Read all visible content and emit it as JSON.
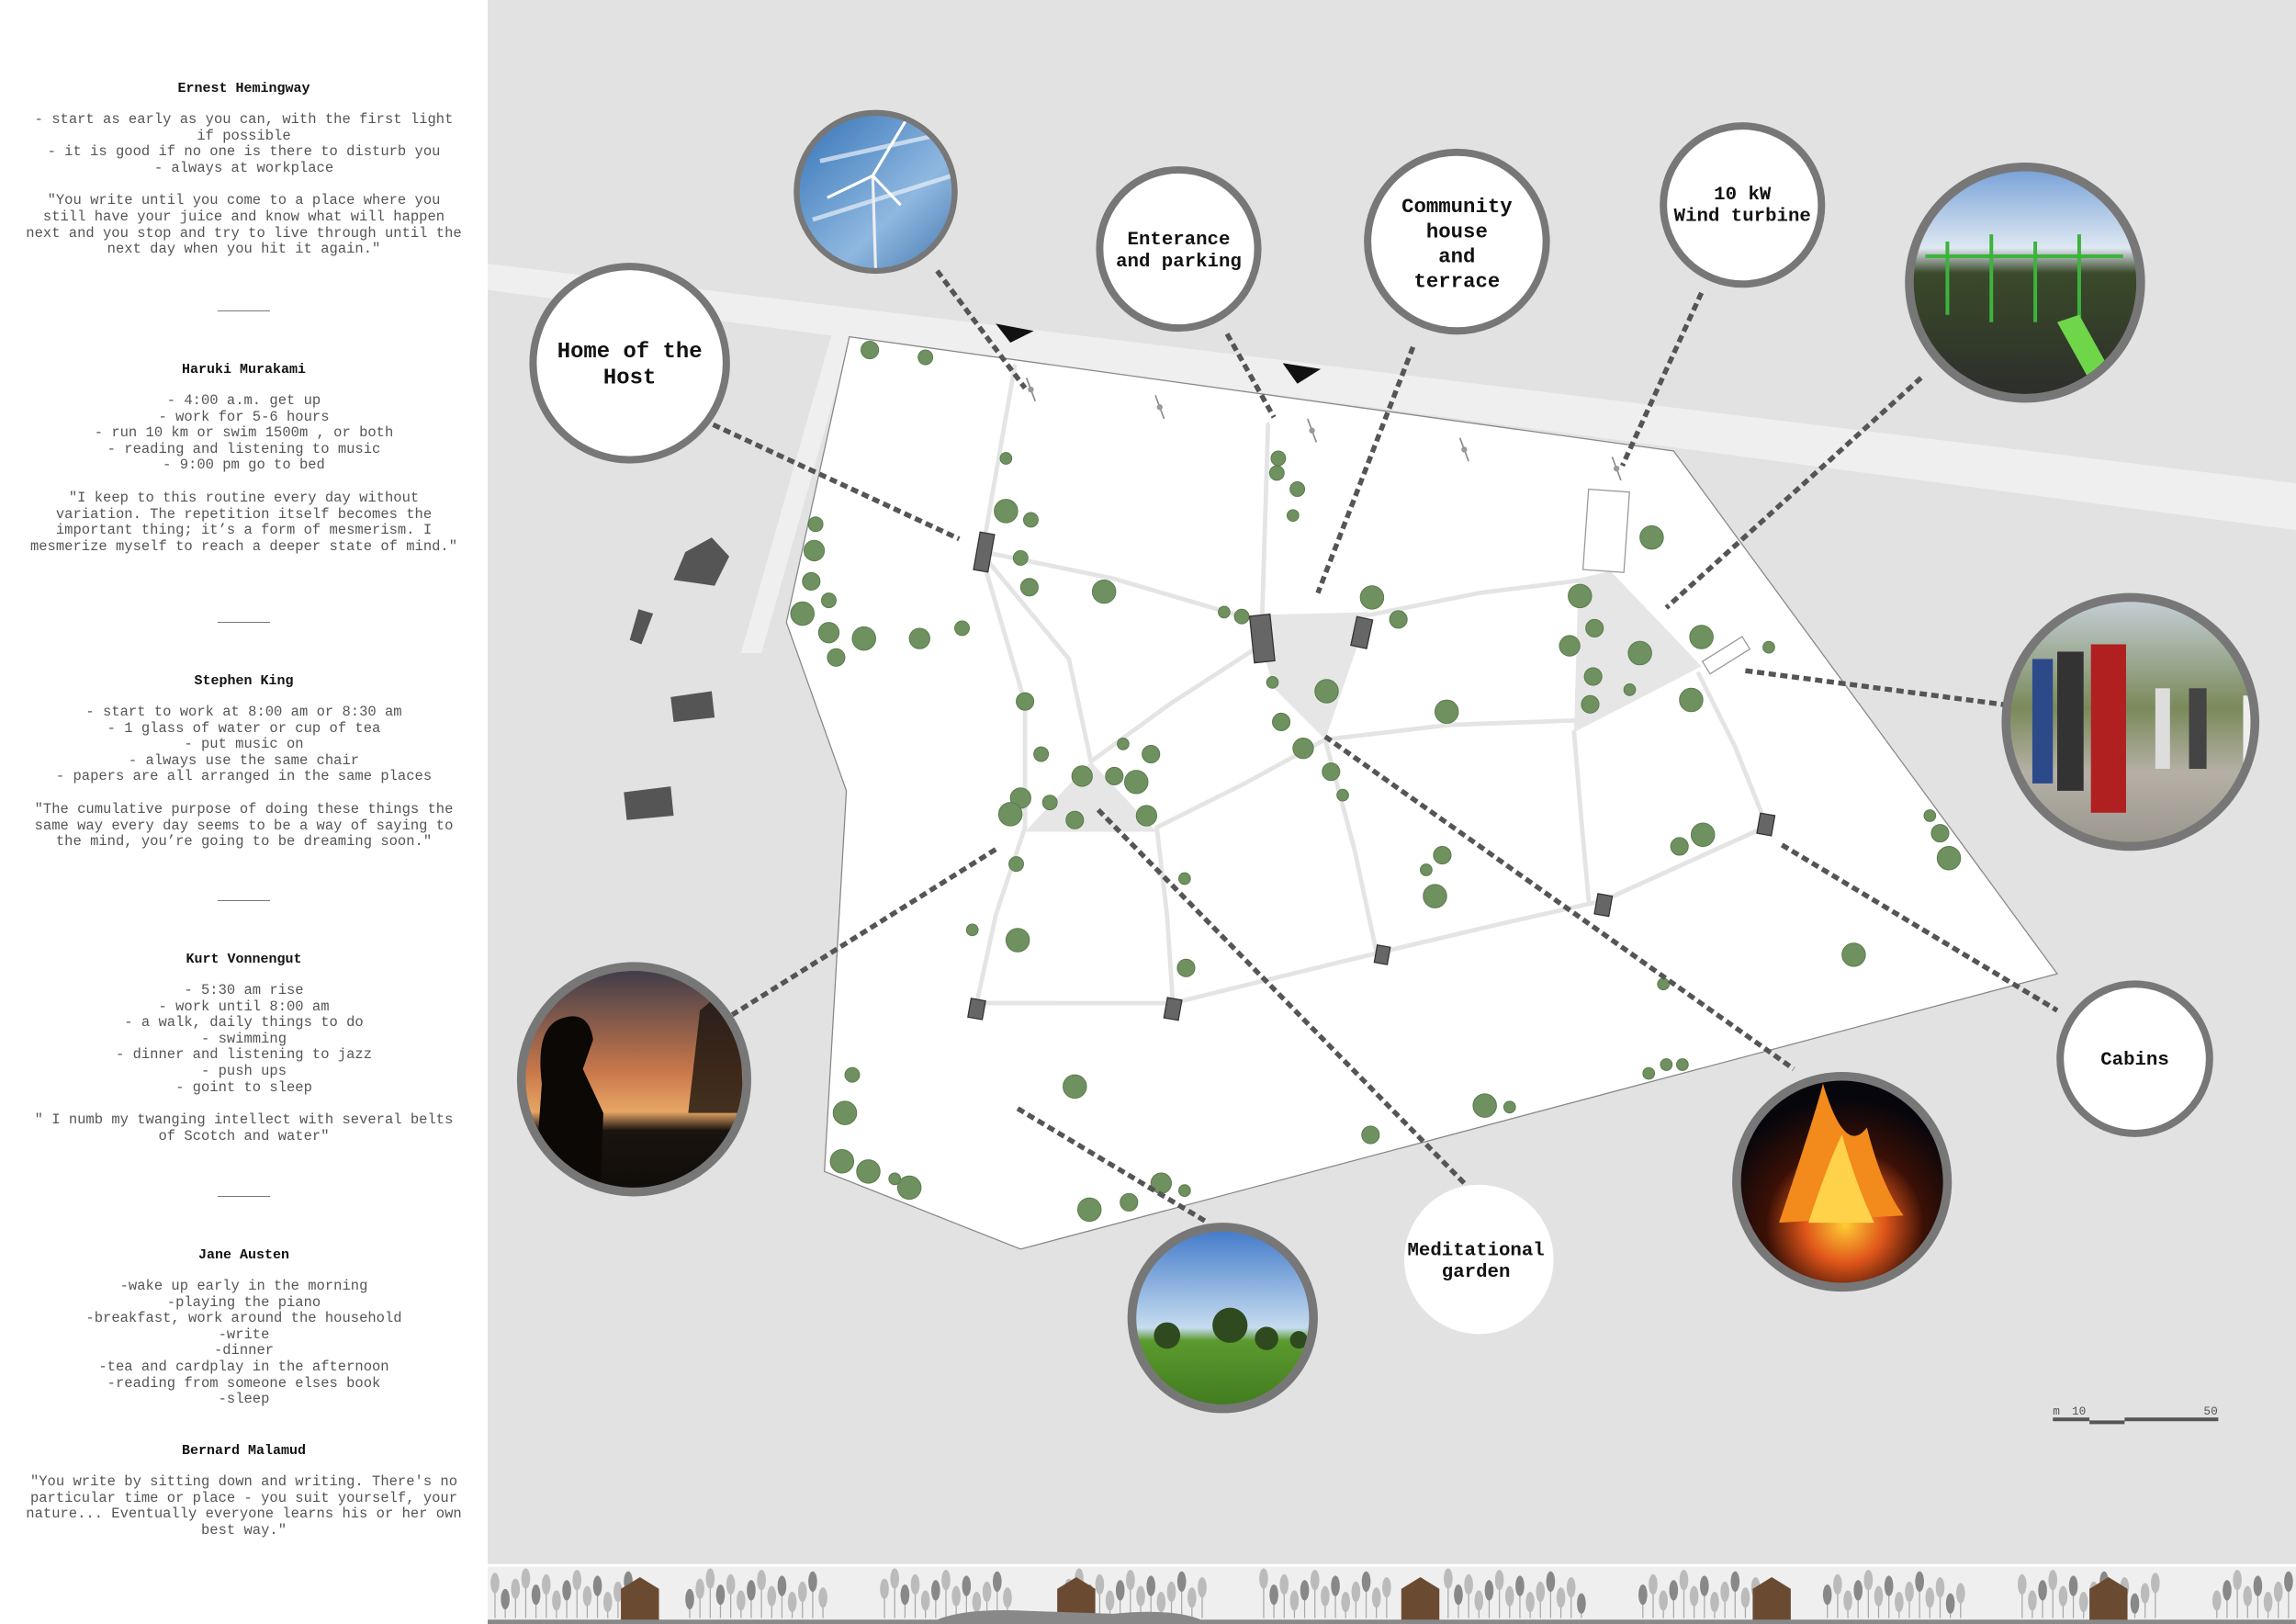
{
  "authors": [
    {
      "name": "Ernest Hemingway",
      "items": [
        "-  start as early as you can, with the first light if possible",
        "- it is good if no one is there to disturb you",
        "- always at workplace"
      ],
      "quote": "\"You write until you come to a place where you still have your juice and know what will happen next and you stop and try to live through until the next day when you hit it again.\""
    },
    {
      "name": "Haruki Murakami",
      "items": [
        "- 4:00 a.m. get up",
        "- work for 5-6 hours",
        "- run 10 km or swim 1500m , or both",
        "- reading and listening to music",
        "- 9:00 pm go to bed"
      ],
      "quote": "\"I keep to this routine every day without variation. The repetition itself becomes the important thing; it’s a form of mesmerism. I mesmerize myself to reach a deeper state of mind.\""
    },
    {
      "name": "Stephen King",
      "items": [
        "- start to work at 8:00 am or 8:30 am",
        "- 1 glass of water or cup of tea",
        "- put music on",
        "- always use the same chair",
        "- papers are all arranged in the same places"
      ],
      "quote": "\"The cumulative purpose of doing these things the same way every day seems to be a way of saying to the mind, you’re going to be dreaming soon.\""
    },
    {
      "name": "Kurt Vonnengut",
      "items": [
        "- 5:30 am rise",
        "- work until 8:00 am",
        "- a walk, daily things to do",
        "- swimming",
        "- dinner and listening to jazz",
        "- push ups",
        "- goint to sleep"
      ],
      "quote": "\" I numb my twanging intellect with several belts of Scotch and water\""
    },
    {
      "name": "Jane Austen",
      "items": [
        "-wake up early in the morning",
        "-playing the piano",
        "-breakfast, work around the household",
        "-write",
        "-dinner",
        "-tea and cardplay in the afternoon",
        "-reading from someone elses book",
        "-sleep"
      ],
      "quote": ""
    },
    {
      "name": "Bernard Malamud",
      "items": [],
      "quote": "\"You write by sitting down and writing. There's no particular time or place - you suit yourself, your nature... Eventually everyone learns his or her own best way.\""
    }
  ],
  "map": {
    "labels": {
      "home": [
        "Home of the",
        "Host"
      ],
      "entrance": [
        "Enterance",
        "and parking"
      ],
      "community": [
        "Community",
        "house",
        "and",
        "terrace"
      ],
      "wind": [
        "10 kW",
        "Wind turbine"
      ],
      "cabins": [
        "Cabins"
      ],
      "meditation": [
        "Meditational",
        "garden"
      ]
    },
    "scale_bar": {
      "unit": "m",
      "mid": "10",
      "end": "50"
    },
    "colors": {
      "background": "#e2e2e2",
      "site": "#ffffff",
      "tree": "#6f9160",
      "leader": "#555555",
      "ring": "#777777"
    }
  }
}
